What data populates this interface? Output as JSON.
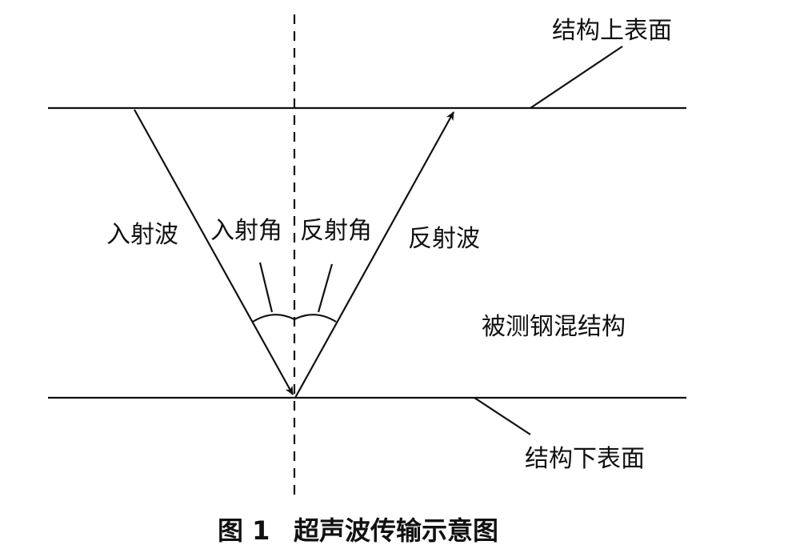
{
  "labels": {
    "top_surface": "结构上表面",
    "bottom_surface": "结构下表面",
    "incident_wave": "入射波",
    "incident_angle": "入射角",
    "reflection_angle": "反射角",
    "reflected_wave": "反射波",
    "structure": "被测钢混结构"
  },
  "caption": {
    "number": "图 1",
    "title": "超声波传输示意图"
  },
  "colors": {
    "ink": "#111111",
    "background": "#ffffff"
  }
}
